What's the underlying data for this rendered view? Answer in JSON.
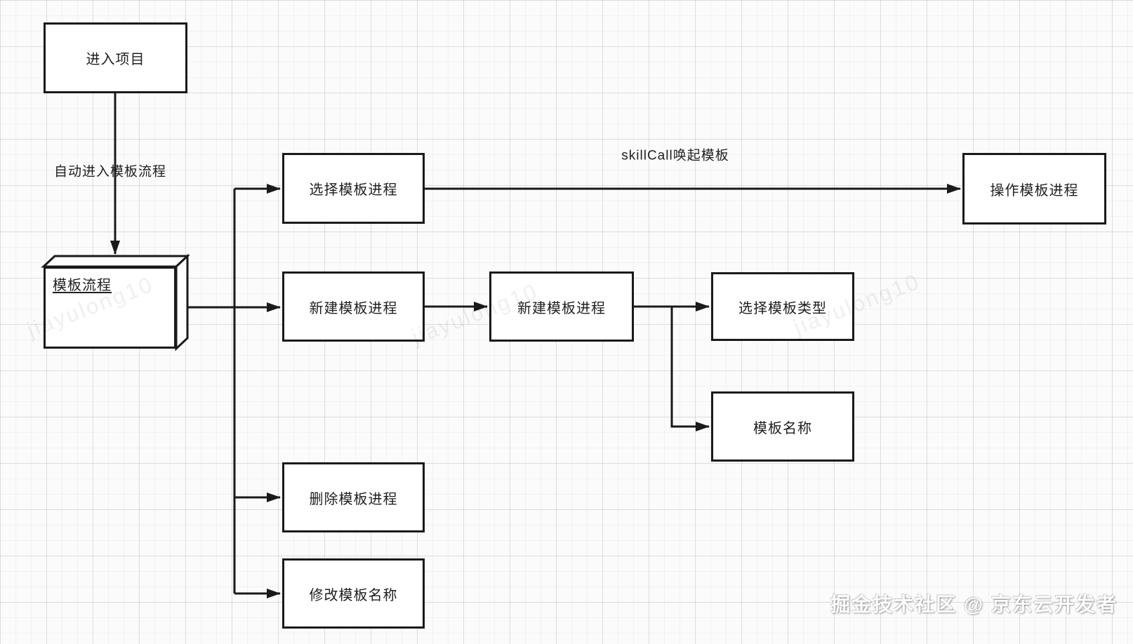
{
  "diagram": {
    "nodes": {
      "enter_project": {
        "label": "进入项目"
      },
      "template_flow": {
        "label": "模板流程"
      },
      "select_template_process": {
        "label": "选择模板进程"
      },
      "create_template_process_1": {
        "label": "新建模板进程"
      },
      "delete_template_process": {
        "label": "删除模板进程"
      },
      "rename_template": {
        "label": "修改模板名称"
      },
      "create_template_process_2": {
        "label": "新建模板进程"
      },
      "select_template_type": {
        "label": "选择模板类型"
      },
      "template_name": {
        "label": "模板名称"
      },
      "operate_template_process": {
        "label": "操作模板进程"
      }
    },
    "edge_labels": {
      "auto_enter": "自动进入模板流程",
      "skill_call": "skillCall唤起模板"
    }
  },
  "watermark": {
    "text": "jiayulong10"
  },
  "credit": {
    "text": "掘金技术社区 @ 京东云开发者"
  },
  "colors": {
    "line": "#1a1a1a",
    "node_fill": "#ffffff",
    "canvas": "#fbfbfb"
  }
}
